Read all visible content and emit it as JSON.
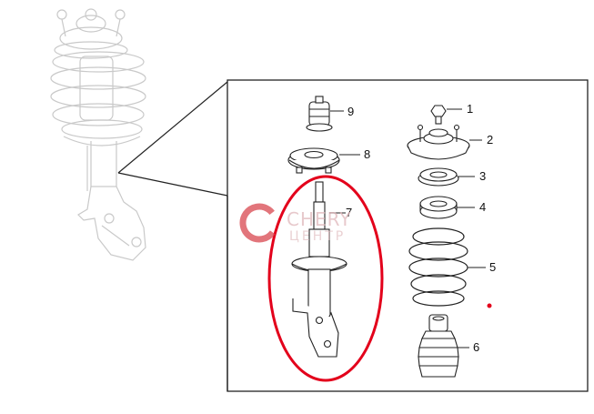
{
  "diagram": {
    "callouts": [
      {
        "id": "1",
        "label": "1"
      },
      {
        "id": "2",
        "label": "2"
      },
      {
        "id": "3",
        "label": "3"
      },
      {
        "id": "4",
        "label": "4"
      },
      {
        "id": "5",
        "label": "5"
      },
      {
        "id": "6",
        "label": "6"
      },
      {
        "id": "7",
        "label": "7"
      },
      {
        "id": "8",
        "label": "8"
      },
      {
        "id": "9",
        "label": "9"
      }
    ],
    "watermark": {
      "brand": "CHERY",
      "sub": "ЦЕНТР",
      "color": "#d9474f"
    },
    "highlight_color": "#e3001b",
    "line_color": "#222222",
    "ghost_color": "#c9c9c9"
  }
}
